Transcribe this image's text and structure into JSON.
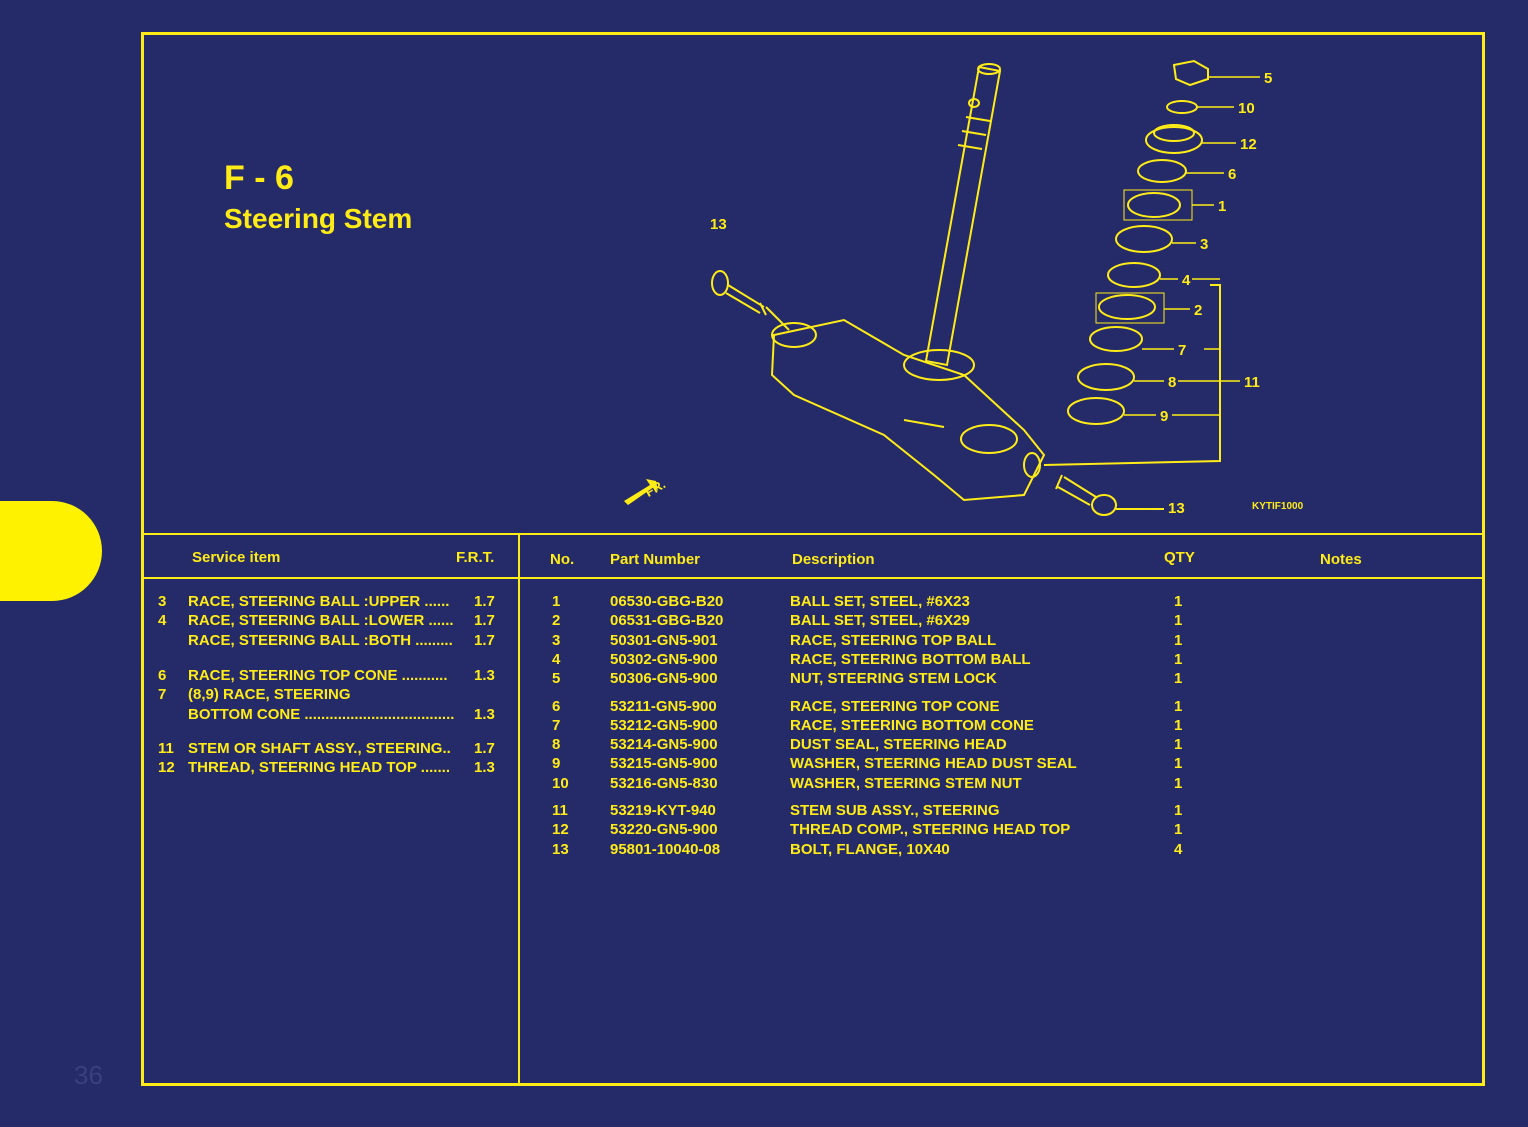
{
  "page_number": "36",
  "header": {
    "code": "F - 6",
    "title": "Steering Stem"
  },
  "figure": {
    "id": "KYTIF1000",
    "front_label": "FR.",
    "callouts": [
      "5",
      "10",
      "12",
      "6",
      "1",
      "3",
      "4",
      "2",
      "7",
      "8",
      "11",
      "9",
      "13",
      "13"
    ]
  },
  "service": {
    "col_item": "Service item",
    "col_frt": "F.R.T.",
    "rows": [
      {
        "no": "3",
        "item": "RACE, STEERING BALL :UPPER ......",
        "frt": "1.7"
      },
      {
        "no": "4",
        "item": "RACE, STEERING BALL :LOWER ......",
        "frt": "1.7"
      },
      {
        "no": "",
        "item": "RACE, STEERING BALL :BOTH .........",
        "frt": "1.7"
      },
      {
        "no": "6",
        "item": "RACE, STEERING TOP CONE ...........",
        "frt": "1.3"
      },
      {
        "no": "7",
        "item": "(8,9) RACE, STEERING",
        "frt": ""
      },
      {
        "no": "",
        "item": "BOTTOM CONE ....................................",
        "frt": "1.3"
      },
      {
        "no": "11",
        "item": "STEM OR SHAFT ASSY., STEERING..",
        "frt": "1.7"
      },
      {
        "no": "12",
        "item": "THREAD, STEERING HEAD TOP .......",
        "frt": "1.3"
      }
    ]
  },
  "parts": {
    "col_no": "No.",
    "col_part": "Part Number",
    "col_desc": "Description",
    "col_qty": "QTY",
    "col_notes": "Notes",
    "rows": [
      {
        "no": "1",
        "part": "06530-GBG-B20",
        "desc": "BALL SET, STEEL, #6X23",
        "qty": "1"
      },
      {
        "no": "2",
        "part": "06531-GBG-B20",
        "desc": "BALL SET, STEEL, #6X29",
        "qty": "1"
      },
      {
        "no": "3",
        "part": "50301-GN5-901",
        "desc": "RACE, STEERING TOP BALL",
        "qty": "1"
      },
      {
        "no": "4",
        "part": "50302-GN5-900",
        "desc": "RACE, STEERING BOTTOM BALL",
        "qty": "1"
      },
      {
        "no": "5",
        "part": "50306-GN5-900",
        "desc": "NUT, STEERING STEM LOCK",
        "qty": "1"
      },
      {
        "no": "6",
        "part": "53211-GN5-900",
        "desc": "RACE, STEERING TOP CONE",
        "qty": "1"
      },
      {
        "no": "7",
        "part": "53212-GN5-900",
        "desc": "RACE, STEERING BOTTOM CONE",
        "qty": "1"
      },
      {
        "no": "8",
        "part": "53214-GN5-900",
        "desc": "DUST SEAL, STEERING HEAD",
        "qty": "1"
      },
      {
        "no": "9",
        "part": "53215-GN5-900",
        "desc": "WASHER, STEERING HEAD DUST SEAL",
        "qty": "1"
      },
      {
        "no": "10",
        "part": "53216-GN5-830",
        "desc": "WASHER, STEERING STEM NUT",
        "qty": "1"
      },
      {
        "no": "11",
        "part": "53219-KYT-940",
        "desc": "STEM SUB ASSY., STEERING",
        "qty": "1"
      },
      {
        "no": "12",
        "part": "53220-GN5-900",
        "desc": "THREAD COMP., STEERING HEAD TOP",
        "qty": "1"
      },
      {
        "no": "13",
        "part": "95801-10040-08",
        "desc": "BOLT, FLANGE, 10X40",
        "qty": "4"
      }
    ]
  }
}
